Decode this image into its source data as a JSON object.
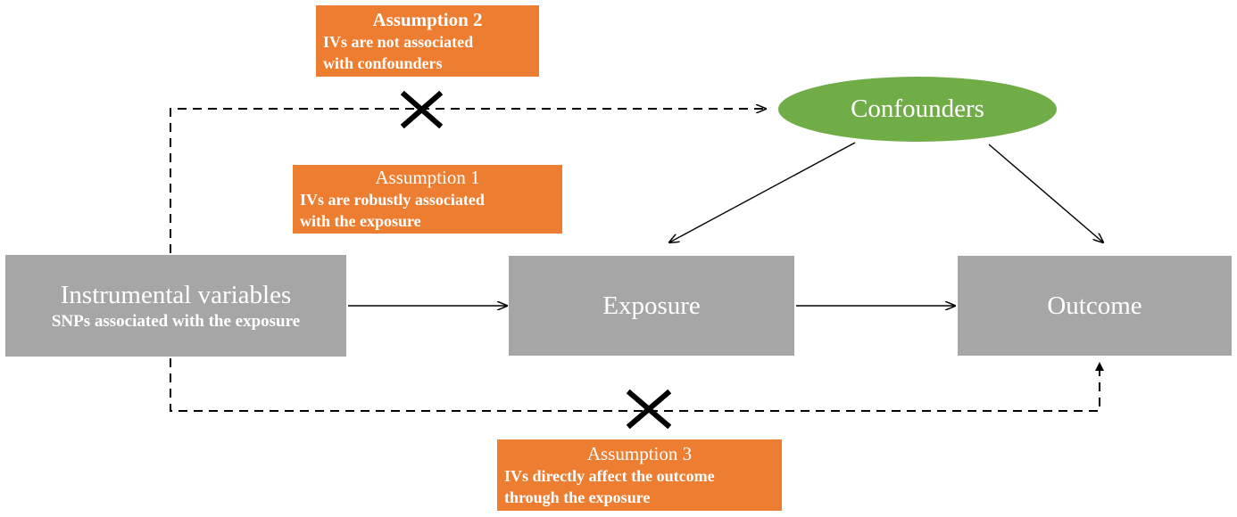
{
  "nodes": {
    "iv": {
      "title": "Instrumental variables",
      "subtitle": "SNPs associated with the exposure"
    },
    "exposure": {
      "label": "Exposure"
    },
    "outcome": {
      "label": "Outcome"
    },
    "confounders": {
      "label": "Confounders"
    }
  },
  "assumptions": [
    {
      "title": "Assumption 1",
      "line1": "IVs are robustly associated",
      "line2": "with the exposure"
    },
    {
      "title": "Assumption 2",
      "line1": "IVs are not associated",
      "line2": "with confounders"
    },
    {
      "title": "Assumption 3",
      "line1": "IVs directly affect the outcome",
      "line2": "through the exposure"
    }
  ],
  "colors": {
    "box": "#a6a6a6",
    "assumption": "#ed7d31",
    "confounder": "#70ad47",
    "line": "#000000"
  }
}
